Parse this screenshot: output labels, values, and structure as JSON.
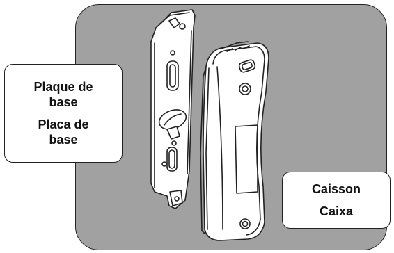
{
  "labels": {
    "base_plate_fr": "Plaque de base",
    "base_plate_pt": "Placa de base",
    "housing_fr": "Caisson",
    "housing_pt": "Caixa"
  },
  "colors": {
    "panel": "#a1a1a1",
    "outline": "#222222",
    "part_fill": "#ffffff"
  }
}
